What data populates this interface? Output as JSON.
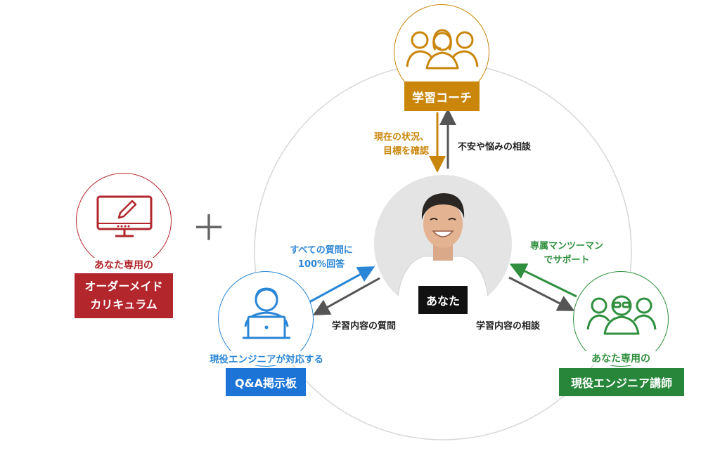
{
  "colors": {
    "coach": "#c9860a",
    "you_bg": "#e6e6e6",
    "you_label": "#111111",
    "qa": "#2a86d6",
    "qa_box": "#1c74d6",
    "instructor": "#2f8f3e",
    "instructor_box": "#27863a",
    "curriculum": "#b2262c",
    "arrow_gray": "#555555",
    "ring": "#d7d7d7"
  },
  "curriculum": {
    "caption": "あなた専用の",
    "box_line1": "オーダーメイド",
    "box_line2": "カリキュラム",
    "icon": "monitor-pencil-icon"
  },
  "plus_symbol": "＋",
  "coach": {
    "label": "学習コーチ",
    "icon": "group-coach-icon"
  },
  "you": {
    "label": "あなた",
    "icon": "smiling-person-photo"
  },
  "qa": {
    "caption": "現役エンジニアが対応する",
    "label": "Q&A掲示板",
    "icon": "engineer-laptop-icon"
  },
  "instructor": {
    "caption": "あなた専用の",
    "label": "現役エンジニア講師",
    "icon": "instructor-group-icon"
  },
  "flows": {
    "coach_to_you_line1": "現在の状況、",
    "coach_to_you_line2": "目標を確認",
    "you_to_coach": "不安や悩みの相談",
    "qa_to_you_line1": "すべての質問に",
    "qa_to_you_line2": "100%回答",
    "you_to_qa": "学習内容の質問",
    "instructor_to_you_line1": "専属マンツーマン",
    "instructor_to_you_line2": "でサポート",
    "you_to_instructor": "学習内容の相談"
  }
}
